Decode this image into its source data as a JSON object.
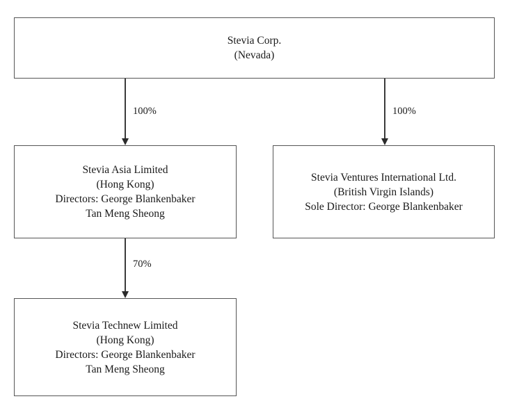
{
  "diagram": {
    "type": "organizational-structure-chart",
    "nodes": [
      {
        "id": "parent",
        "name": "Stevia Corp.",
        "jurisdiction": "(Nevada)",
        "lines": [
          "Stevia Corp.",
          "(Nevada)"
        ]
      },
      {
        "id": "asia",
        "name": "Stevia Asia Limited",
        "jurisdiction": "(Hong Kong)",
        "lines": [
          "Stevia Asia Limited",
          "(Hong Kong)",
          "Directors: George Blankenbaker",
          "Tan Meng Sheong"
        ]
      },
      {
        "id": "ventures",
        "name": "Stevia Ventures International Ltd.",
        "jurisdiction": "(British Virgin Islands)",
        "lines": [
          "Stevia Ventures International Ltd.",
          "(British Virgin Islands)",
          "Sole Director: George Blankenbaker"
        ]
      },
      {
        "id": "technew",
        "name": "Stevia Technew Limited",
        "jurisdiction": "(Hong Kong)",
        "lines": [
          "Stevia Technew Limited",
          "(Hong Kong)",
          "Directors: George Blankenbaker",
          "Tan Meng Sheong"
        ]
      }
    ],
    "edges": [
      {
        "id": "parent-asia",
        "from": "parent",
        "to": "asia",
        "label": "100%"
      },
      {
        "id": "parent-ventures",
        "from": "parent",
        "to": "ventures",
        "label": "100%"
      },
      {
        "id": "asia-technew",
        "from": "asia",
        "to": "technew",
        "label": "70%"
      }
    ],
    "colors": {
      "background": "#ffffff",
      "box_border": "#555555",
      "text": "#1a1a1a",
      "connector": "#3a3a3a",
      "arrowhead": "#2b2b2b"
    }
  }
}
